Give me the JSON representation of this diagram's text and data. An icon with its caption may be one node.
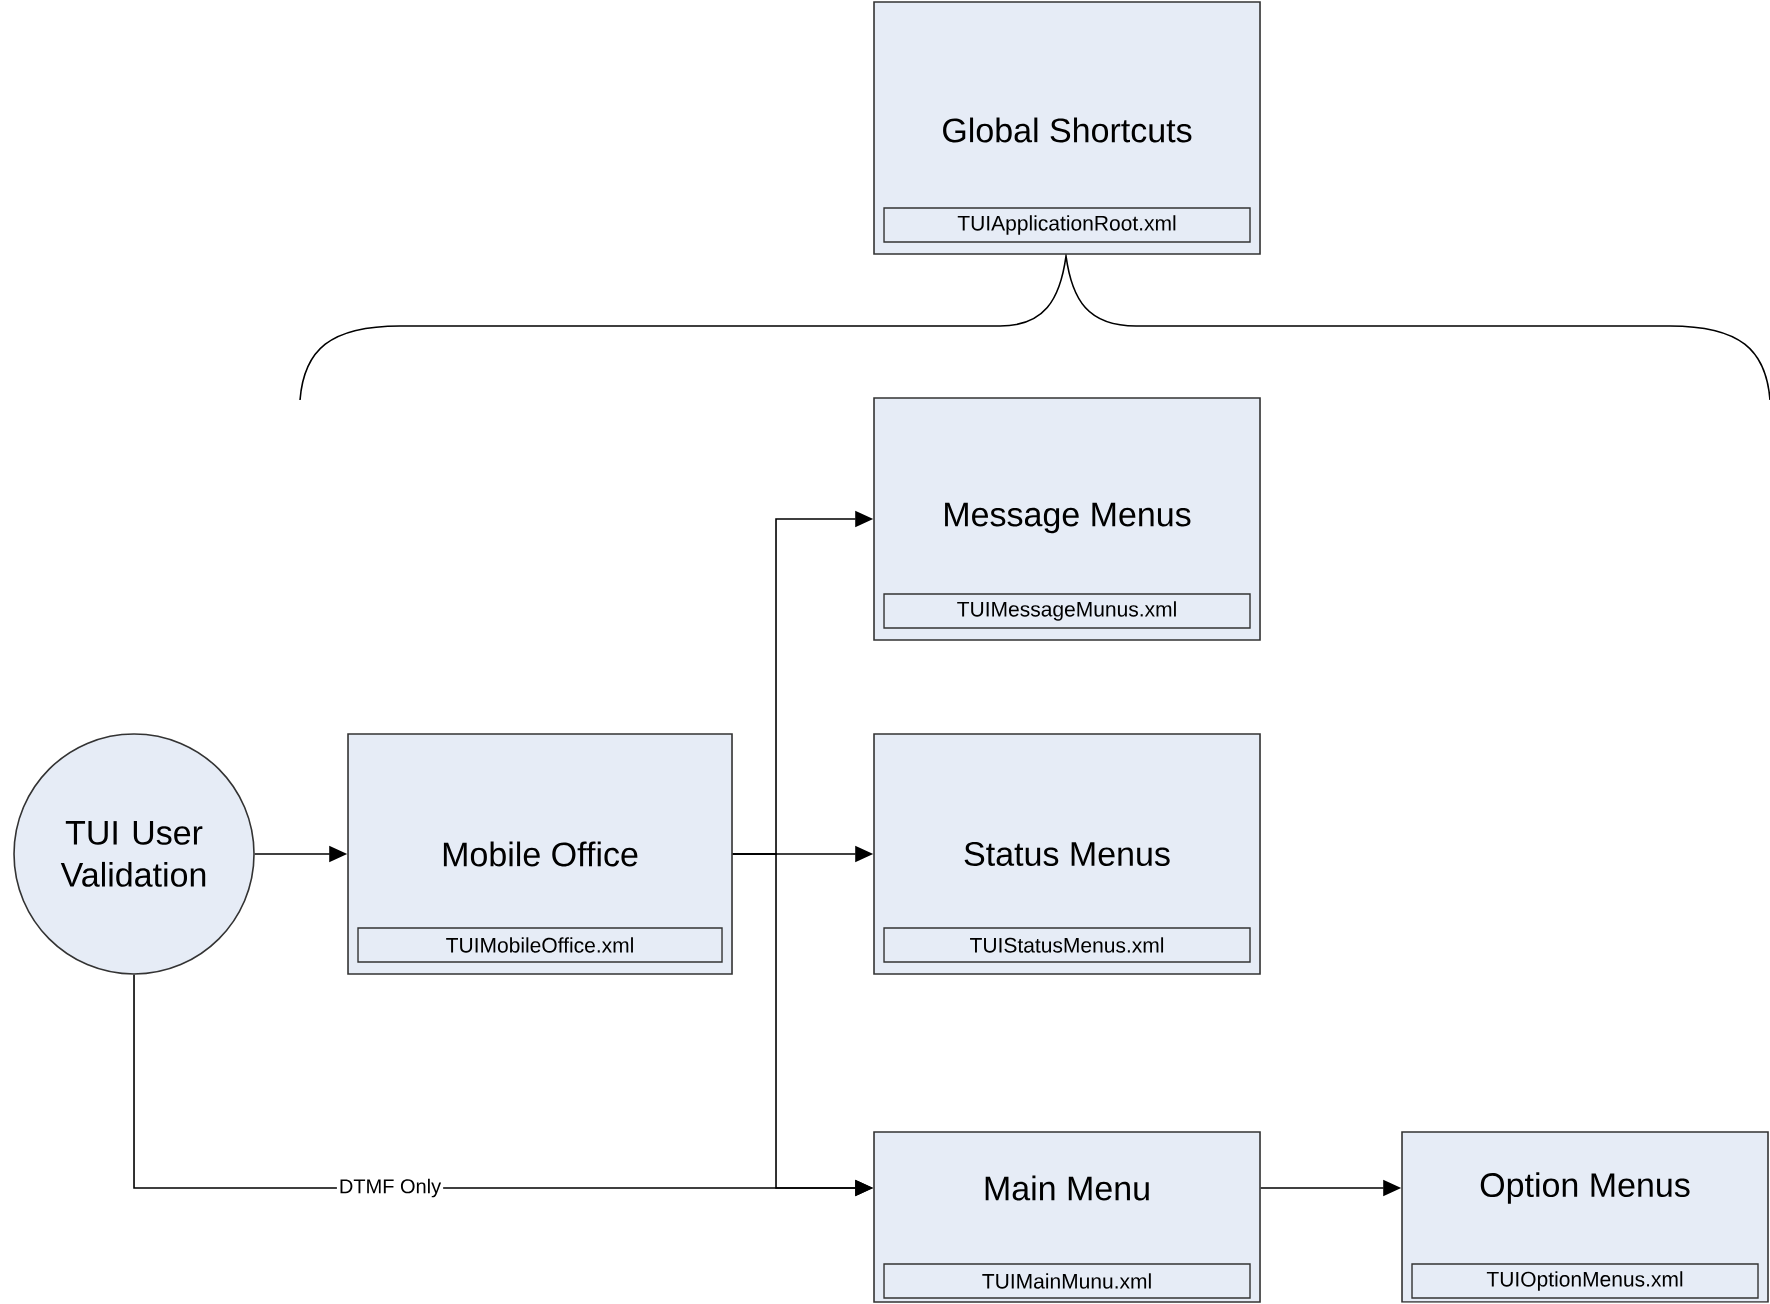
{
  "diagram": {
    "nodes": [
      {
        "text": [
          "Global Shortcuts"
        ]
      },
      {
        "text": [
          "TUIApplicationRoot.xml"
        ],
        "in": 0
      },
      {
        "text": [
          "Message Menus"
        ]
      },
      {
        "text": [
          "TUIMessageMunus.xml"
        ],
        "in": 2
      },
      {
        "text": [
          "TUI User Validation"
        ]
      },
      {
        "text": [
          "Mobile Office"
        ]
      },
      {
        "text": [
          "TUIMobileOffice.xml"
        ],
        "in": 5
      },
      {
        "text": [
          "Status Menus"
        ]
      },
      {
        "text": [
          "TUIStatusMenus.xml"
        ],
        "in": 7
      },
      {
        "text": [
          "Main Menu"
        ]
      },
      {
        "text": [
          "TUIMainMunu.xml"
        ],
        "in": 9
      },
      {
        "text": [
          "Option Menus"
        ]
      },
      {
        "text": [
          "TUIOptionMenus.xml"
        ],
        "in": 11
      }
    ],
    "edges": [
      {
        "from": 4,
        "to": 5,
        "arrow": "to"
      },
      {
        "from": 5,
        "to": 2,
        "arrow": "to"
      },
      {
        "from": 5,
        "to": 7,
        "arrow": "to"
      },
      {
        "from": 5,
        "to": 9,
        "arrow": "to"
      },
      {
        "from": 4,
        "to": 9,
        "arrow": "to",
        "label": "DTMF Only"
      },
      {
        "from": 9,
        "to": 11,
        "arrow": "to"
      }
    ]
  }
}
